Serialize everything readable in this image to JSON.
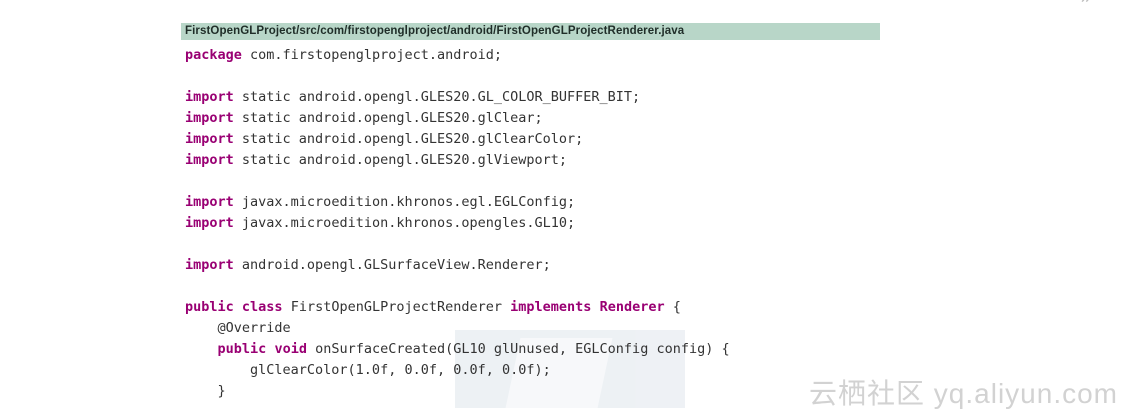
{
  "page": {
    "quote_mark": "”"
  },
  "code_panel": {
    "file_path": "FirstOpenGLProject/src/com/firstopenglproject/android/FirstOpenGLProjectRenderer.java",
    "header_bg": "#b8d6c8",
    "keyword_color": "#990073",
    "plain_color": "#333333",
    "lines": [
      [
        {
          "t": "kw",
          "s": "package"
        },
        {
          "t": "pl",
          "s": " com.firstopenglproject.android;"
        }
      ],
      [],
      [
        {
          "t": "kw",
          "s": "import"
        },
        {
          "t": "pl",
          "s": " static android.opengl.GLES20.GL_COLOR_BUFFER_BIT;"
        }
      ],
      [
        {
          "t": "kw",
          "s": "import"
        },
        {
          "t": "pl",
          "s": " static android.opengl.GLES20.glClear;"
        }
      ],
      [
        {
          "t": "kw",
          "s": "import"
        },
        {
          "t": "pl",
          "s": " static android.opengl.GLES20.glClearColor;"
        }
      ],
      [
        {
          "t": "kw",
          "s": "import"
        },
        {
          "t": "pl",
          "s": " static android.opengl.GLES20.glViewport;"
        }
      ],
      [],
      [
        {
          "t": "kw",
          "s": "import"
        },
        {
          "t": "pl",
          "s": " javax.microedition.khronos.egl.EGLConfig;"
        }
      ],
      [
        {
          "t": "kw",
          "s": "import"
        },
        {
          "t": "pl",
          "s": " javax.microedition.khronos.opengles.GL10;"
        }
      ],
      [],
      [
        {
          "t": "kw",
          "s": "import"
        },
        {
          "t": "pl",
          "s": " android.opengl.GLSurfaceView.Renderer;"
        }
      ],
      [],
      [
        {
          "t": "kw",
          "s": "public"
        },
        {
          "t": "pl",
          "s": " "
        },
        {
          "t": "kw",
          "s": "class"
        },
        {
          "t": "pl",
          "s": " FirstOpenGLProjectRenderer "
        },
        {
          "t": "kw",
          "s": "implements"
        },
        {
          "t": "pl",
          "s": " "
        },
        {
          "t": "kw",
          "s": "Renderer"
        },
        {
          "t": "pl",
          "s": " {"
        }
      ],
      [
        {
          "t": "pl",
          "s": "    @Override"
        }
      ],
      [
        {
          "t": "pl",
          "s": "    "
        },
        {
          "t": "kw",
          "s": "public"
        },
        {
          "t": "pl",
          "s": " "
        },
        {
          "t": "kw",
          "s": "void"
        },
        {
          "t": "pl",
          "s": " onSurfaceCreated(GL10 glUnused, EGLConfig config) {"
        }
      ],
      [
        {
          "t": "pl",
          "s": "        glClearColor(1.0f, 0.0f, 0.0f, 0.0f);"
        }
      ],
      [
        {
          "t": "pl",
          "s": "    }"
        }
      ]
    ]
  },
  "watermark": {
    "text": "云栖社区 yq.aliyun.com",
    "color": "#d2d2d2"
  }
}
